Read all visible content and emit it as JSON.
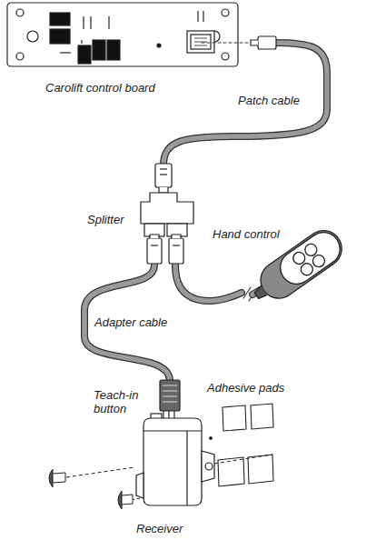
{
  "diagram": {
    "labels": [
      "Carolift control board",
      "Patch cable",
      "Splitter",
      "Hand control",
      "Adapter cable",
      "Teach-in button",
      "Adhesive pads",
      "Receiver"
    ]
  }
}
